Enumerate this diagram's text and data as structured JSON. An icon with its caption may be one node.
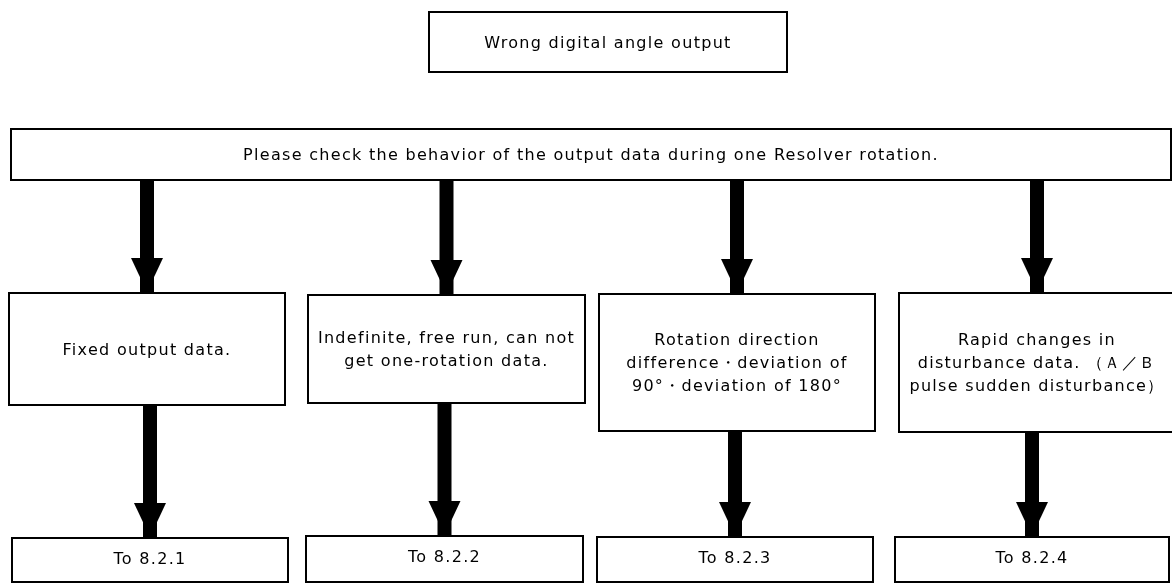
{
  "diagram": {
    "nodes": [
      {
        "text": [
          "Wrong digital angle output"
        ]
      },
      {
        "text": [
          "Please check the behavior of the output data during one Resolver rotation."
        ]
      },
      {
        "text": [
          "Fixed output data."
        ]
      },
      {
        "text": [
          "Indefinite, free run, can not get one-rotation data."
        ]
      },
      {
        "text": [
          "Rotation direction difference・deviation of 90°・deviation of 180°"
        ]
      },
      {
        "text": [
          "Rapid changes in disturbance data. （Ａ／Ｂ pulse sudden disturbance）"
        ]
      },
      {
        "text": [
          "To 8.2.1"
        ]
      },
      {
        "text": [
          "To 8.2.2"
        ]
      },
      {
        "text": [
          "To 8.2.3"
        ]
      },
      {
        "text": [
          "To 8.2.4"
        ]
      }
    ],
    "edges": [
      {
        "from": 1,
        "to": 2,
        "arrow": "to"
      },
      {
        "from": 1,
        "to": 3,
        "arrow": "to"
      },
      {
        "from": 1,
        "to": 4,
        "arrow": "to"
      },
      {
        "from": 1,
        "to": 5,
        "arrow": "to"
      },
      {
        "from": 2,
        "to": 6,
        "arrow": "to"
      },
      {
        "from": 3,
        "to": 7,
        "arrow": "to"
      },
      {
        "from": 4,
        "to": 8,
        "arrow": "to"
      },
      {
        "from": 5,
        "to": 9,
        "arrow": "to"
      }
    ]
  }
}
